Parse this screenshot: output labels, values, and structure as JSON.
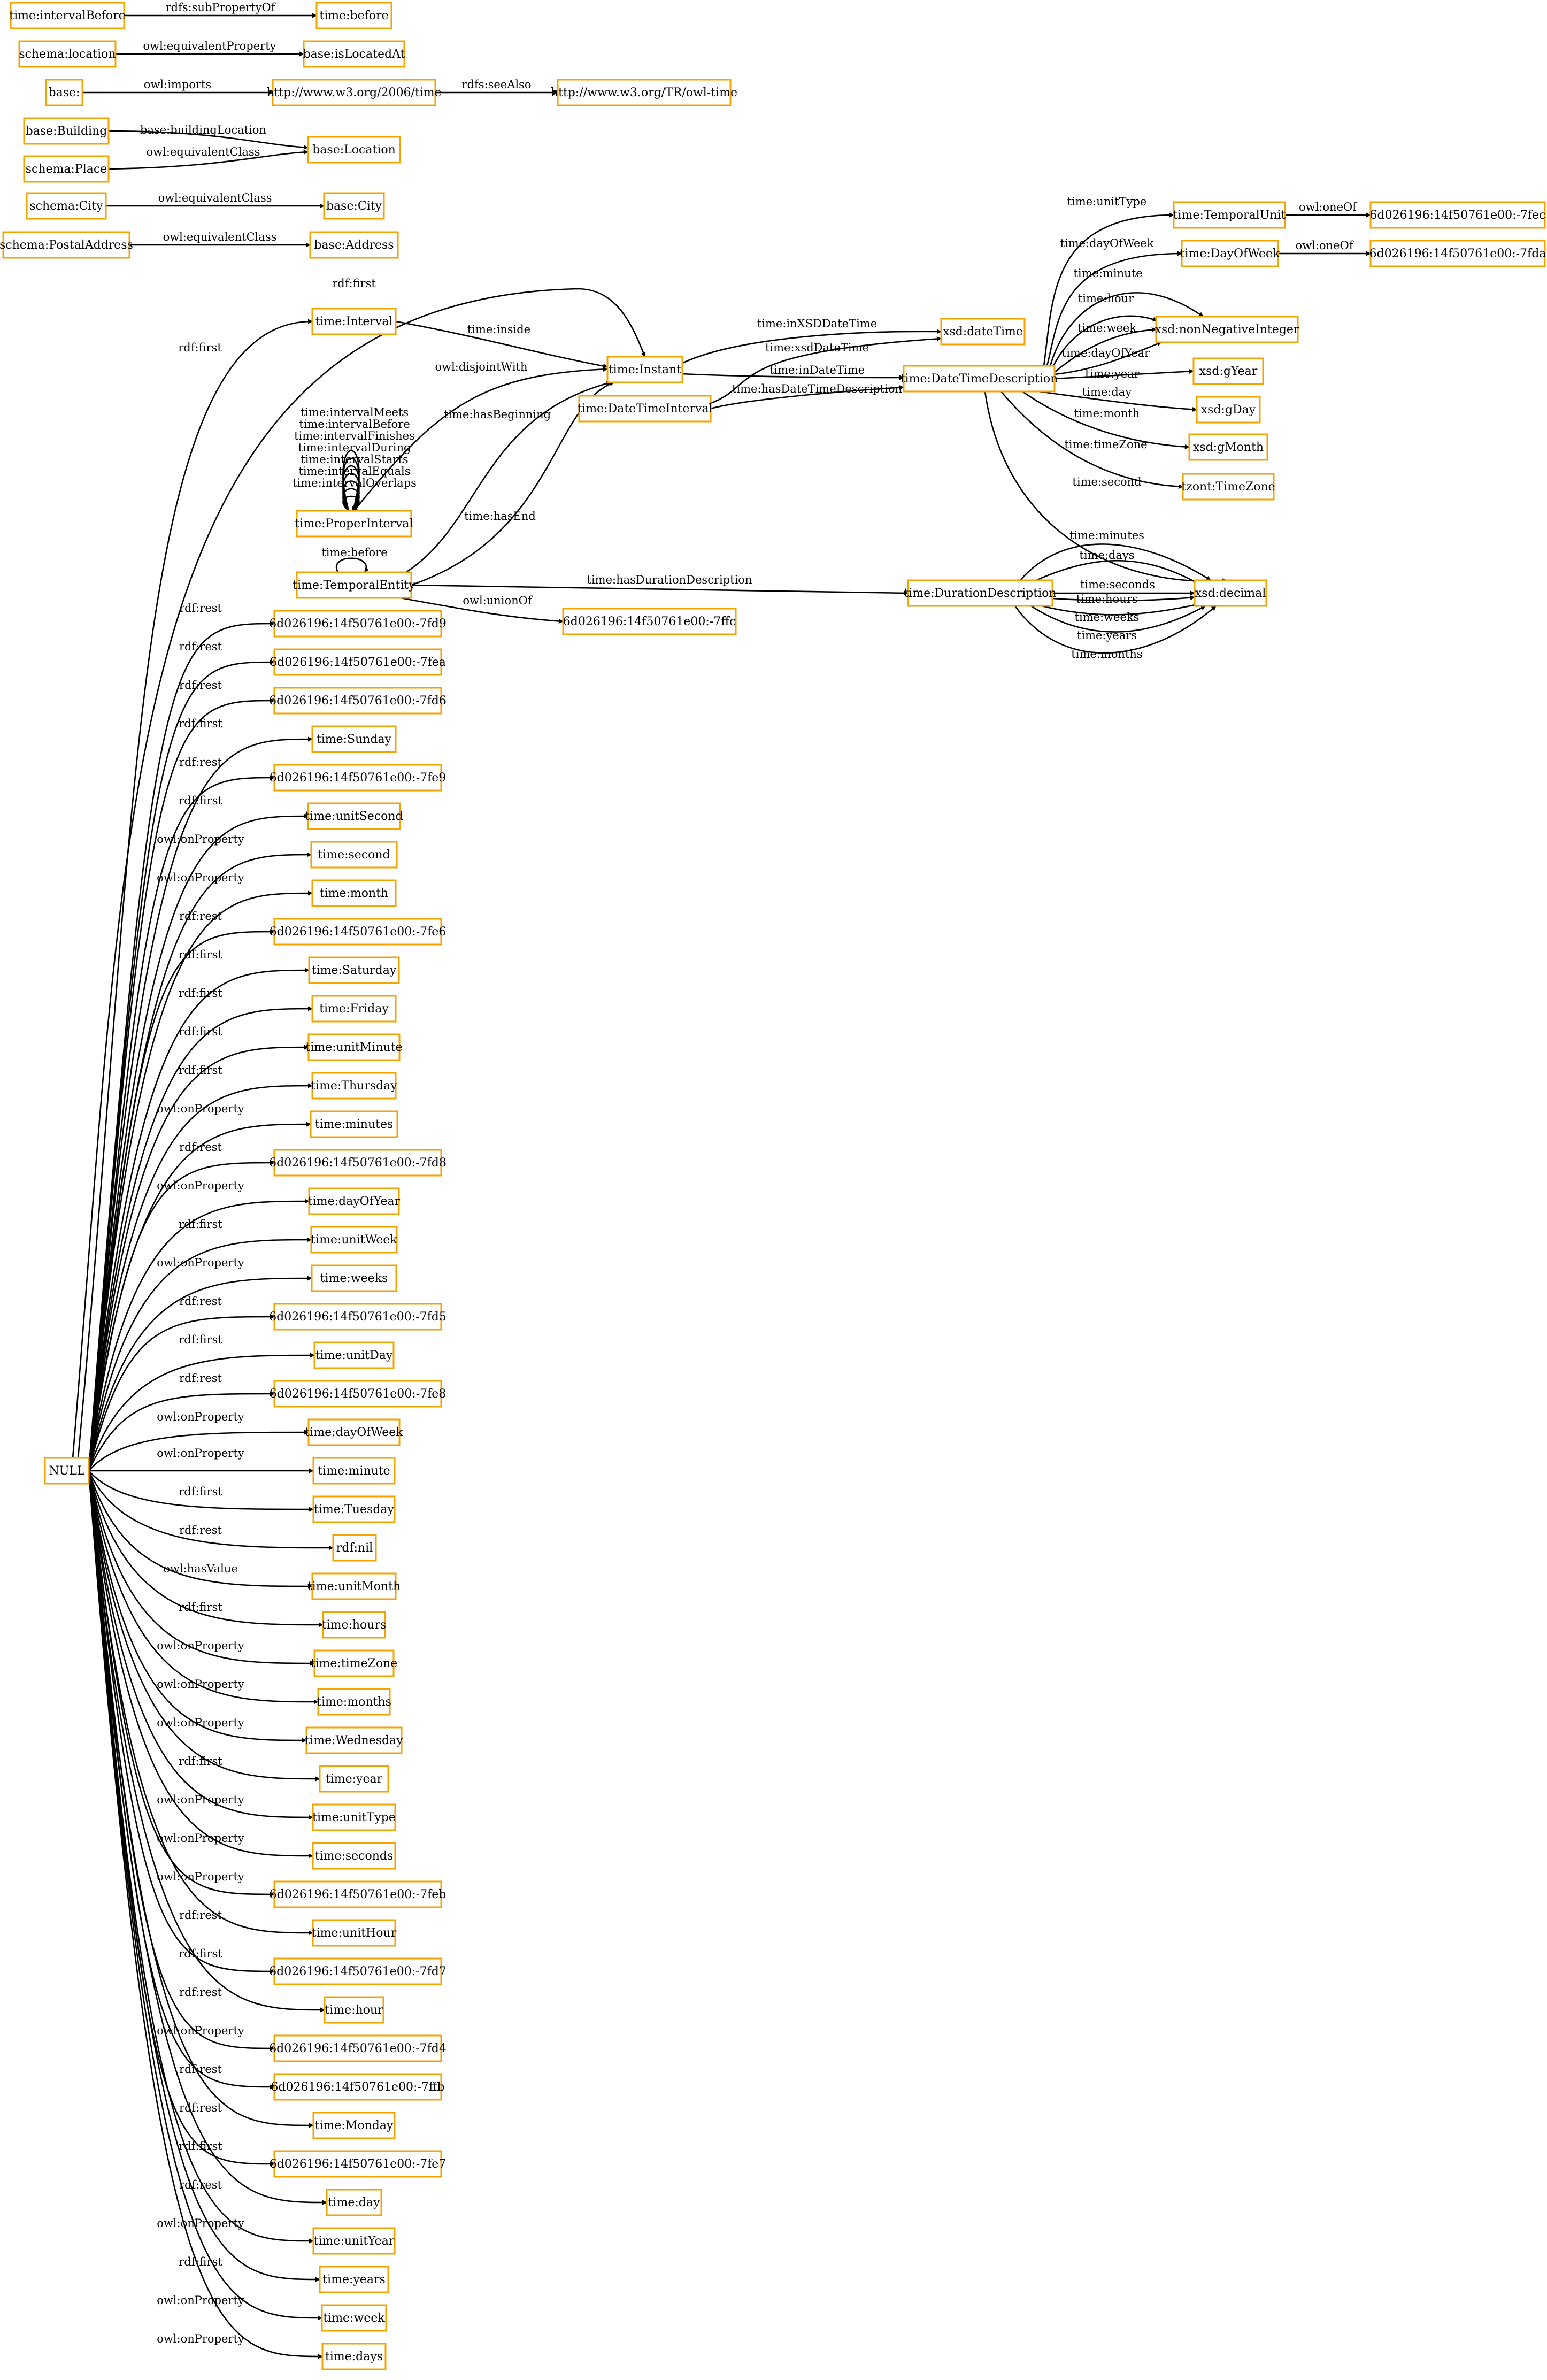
{
  "colors": {
    "node_border": "#f5a300",
    "edge": "#000000",
    "background": "#ffffff"
  },
  "nodes": {
    "n_intervalBefore": "time:intervalBefore",
    "n_before": "time:before",
    "n_schemaLocation": "schema:location",
    "n_isLocatedAt": "base:isLocatedAt",
    "n_base": "base:",
    "n_w3time": "http://www.w3.org/2006/time",
    "n_owltime": "http://www.w3.org/TR/owl-time",
    "n_building": "base:Building",
    "n_location": "base:Location",
    "n_schemaPlace": "schema:Place",
    "n_schemaCity": "schema:City",
    "n_baseCity": "base:City",
    "n_postal": "schema:PostalAddress",
    "n_address": "base:Address",
    "n_temporalUnit": "time:TemporalUnit",
    "n_fec": "6d026196:14f50761e00:-7fec",
    "n_dayOfWeekC": "time:DayOfWeek",
    "n_fda": "6d026196:14f50761e00:-7fda",
    "n_interval": "time:Interval",
    "n_instant": "time:Instant",
    "n_xsdDateTime": "xsd:dateTime",
    "n_nonNegInt": "xsd:nonNegativeInteger",
    "n_dtInterval": "time:DateTimeInterval",
    "n_dtDesc": "time:DateTimeDescription",
    "n_gYear": "xsd:gYear",
    "n_gDay": "xsd:gDay",
    "n_gMonth": "xsd:gMonth",
    "n_tzone": "tzont:TimeZone",
    "n_properInterval": "time:ProperInterval",
    "n_temporalEntity": "time:TemporalEntity",
    "n_durDesc": "time:DurationDescription",
    "n_decimal": "xsd:decimal",
    "n_ffc": "6d026196:14f50761e00:-7ffc",
    "n_null": "NULL",
    "l00": "6d026196:14f50761e00:-7fd9",
    "l01": "6d026196:14f50761e00:-7fea",
    "l02": "6d026196:14f50761e00:-7fd6",
    "l03": "time:Sunday",
    "l04": "6d026196:14f50761e00:-7fe9",
    "l05": "time:unitSecond",
    "l06": "time:second",
    "l07": "time:month",
    "l08": "6d026196:14f50761e00:-7fe6",
    "l09": "time:Saturday",
    "l10": "time:Friday",
    "l11": "time:unitMinute",
    "l12": "time:Thursday",
    "l13": "time:minutes",
    "l14": "6d026196:14f50761e00:-7fd8",
    "l15": "time:dayOfYear",
    "l16": "time:unitWeek",
    "l17": "time:weeks",
    "l18": "6d026196:14f50761e00:-7fd5",
    "l19": "time:unitDay",
    "l20": "6d026196:14f50761e00:-7fe8",
    "l21": "time:dayOfWeek",
    "l22": "time:minute",
    "l23": "time:Tuesday",
    "l24": "rdf:nil",
    "l25": "time:unitMonth",
    "l26": "time:hours",
    "l27": "time:timeZone",
    "l28": "time:months",
    "l29": "time:Wednesday",
    "l30": "time:year",
    "l31": "time:unitType",
    "l32": "time:seconds",
    "l33": "6d026196:14f50761e00:-7feb",
    "l34": "time:unitHour",
    "l35": "6d026196:14f50761e00:-7fd7",
    "l36": "time:hour",
    "l37": "6d026196:14f50761e00:-7fd4",
    "l38": "6d026196:14f50761e00:-7ffb",
    "l39": "time:Monday",
    "l40": "6d026196:14f50761e00:-7fe7",
    "l41": "time:day",
    "l42": "time:unitYear",
    "l43": "time:years",
    "l44": "time:week",
    "l45": "time:days"
  },
  "edges": {
    "e_subPropertyOf": "rdfs:subPropertyOf",
    "e_equivProp": "owl:equivalentProperty",
    "e_imports": "owl:imports",
    "e_seeAlso": "rdfs:seeAlso",
    "e_buildingLocation": "base:buildingLocation",
    "e_equivPlace": "owl:equivalentClass",
    "e_equivCity": "owl:equivalentClass",
    "e_equivAddress": "owl:equivalentClass",
    "e_unitType": "time:unitType",
    "e_oneOf1": "owl:oneOf",
    "e_dayOfWeek": "time:dayOfWeek",
    "e_oneOf2": "owl:oneOf",
    "e_minute": "time:minute",
    "e_hour": "time:hour",
    "e_week": "time:week",
    "e_dayOfYear": "time:dayOfYear",
    "e_year": "time:year",
    "e_day": "time:day",
    "e_month": "time:month",
    "e_timeZone": "time:timeZone",
    "e_second": "time:second",
    "e_rdfFirstTop": "rdf:first",
    "e_rdfFirstInterval": "rdf:first",
    "e_inside": "time:inside",
    "e_inXSDDateTime": "time:inXSDDateTime",
    "e_xsdDateTime": "time:xsdDateTime",
    "e_inDateTime": "time:inDateTime",
    "e_hasDTDesc": "time:hasDateTimeDescription",
    "e_disjointWith": "owl:disjointWith",
    "e_hasBeginning": "time:hasBeginning",
    "e_hasEnd": "time:hasEnd",
    "e_intervalMeets": "time:intervalMeets",
    "e_intervalBefore": "time:intervalBefore",
    "e_intervalFinishes": "time:intervalFinishes",
    "e_intervalDuring": "time:intervalDuring",
    "e_intervalStarts": "time:intervalStarts",
    "e_intervalEquals": "time:intervalEquals",
    "e_intervalOverlaps": "time:intervalOverlaps",
    "e_timeBefore": "time:before",
    "e_hasDurDesc": "time:hasDurationDescription",
    "e_unionOf": "owl:unionOf",
    "e_minutes": "time:minutes",
    "e_days": "time:days",
    "e_seconds": "time:seconds",
    "e_hours": "time:hours",
    "e_weeks": "time:weeks",
    "e_years": "time:years",
    "e_months": "time:months"
  },
  "null_edges": [
    "rdf:rest",
    "rdf:rest",
    "rdf:rest",
    "rdf:first",
    "rdf:rest",
    "rdf:first",
    "owl:onProperty",
    "owl:onProperty",
    "rdf:rest",
    "rdf:first",
    "rdf:first",
    "rdf:first",
    "rdf:first",
    "owl:onProperty",
    "rdf:rest",
    "owl:onProperty",
    "rdf:first",
    "owl:onProperty",
    "rdf:rest",
    "rdf:first",
    "rdf:rest",
    "owl:onProperty",
    "owl:onProperty",
    "rdf:first",
    "rdf:rest",
    "owl:hasValue",
    "rdf:first",
    "owl:onProperty",
    "owl:onProperty",
    "owl:onProperty",
    "rdf:first",
    "owl:onProperty",
    "owl:onProperty",
    "owl:onProperty",
    "rdf:rest",
    "rdf:first",
    "rdf:rest",
    "owl:onProperty",
    "rdf:rest",
    "rdf:rest",
    "rdf:first",
    "rdf:rest",
    "owl:onProperty",
    "rdf:first",
    "owl:onProperty",
    "owl:onProperty",
    "owl:onProperty"
  ]
}
